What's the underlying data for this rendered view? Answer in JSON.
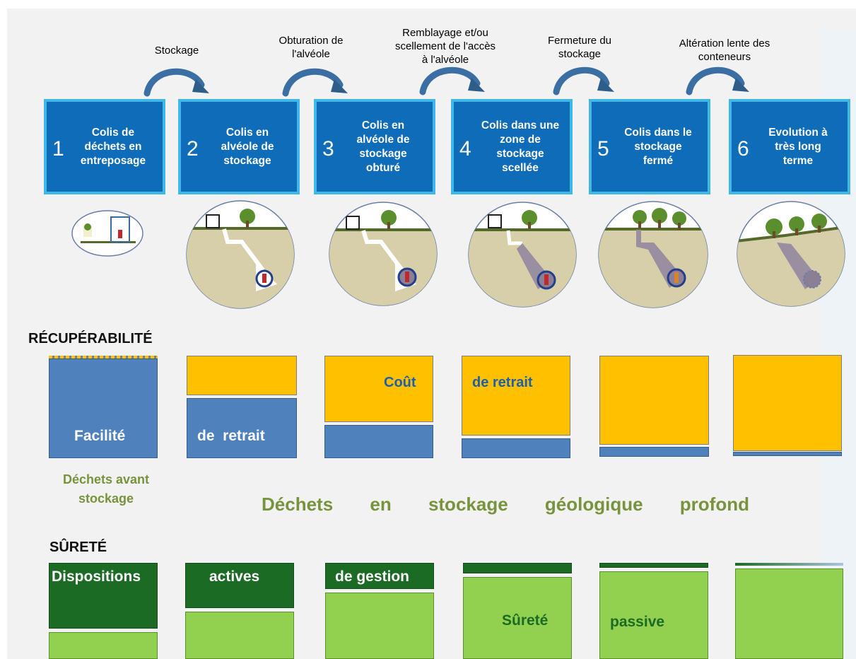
{
  "arrows": [
    {
      "label": "Stockage"
    },
    {
      "label": "Obturation de\nl'alvéole"
    },
    {
      "label": "Remblayage et/ou\nscellement de l'accès\nà l'alvéole"
    },
    {
      "label": "Fermeture du\nstockage"
    },
    {
      "label": "Altération lente des\nconteneurs"
    }
  ],
  "steps": [
    {
      "number": "1",
      "label": "Colis de\ndéchets en\nentreposage"
    },
    {
      "number": "2",
      "label": "Colis en\nalvéole de\nstockage"
    },
    {
      "number": "3",
      "label": "Colis en\nalvéole de\nstockage\nobturé"
    },
    {
      "number": "4",
      "label": "Colis  dans une\nzone de\nstockage\nscellée"
    },
    {
      "number": "5",
      "label": "Colis dans le\nstockage\nfermé"
    },
    {
      "number": "6",
      "label": "Evolution à\ntrès long\nterme"
    }
  ],
  "recuperabilite": {
    "title": "RÉCUPÉRABILITÉ",
    "texts": {
      "facilite": "Facilité",
      "de_retrait_1": "de  retrait",
      "cout": "Coût",
      "de_retrait_2": "de retrait"
    }
  },
  "labels": {
    "avant_stockage": "Déchets avant\nstockage",
    "en_stockage": [
      "Déchets",
      "en",
      "stockage",
      "géologique",
      "profond"
    ]
  },
  "surete": {
    "title": "SÛRETÉ",
    "texts": {
      "dispositions": "Dispositions",
      "actives": "actives",
      "de_gestion": "de gestion",
      "surete": "Sûreté",
      "passive": "passive"
    }
  },
  "colors": {
    "step_fill": "#0f6cb9",
    "step_border": "#41b7e6",
    "blue": "#4f81bd",
    "yellow": "#ffc000",
    "dark_green": "#1b6b24",
    "light_green": "#92d050",
    "olive_text": "#77933c"
  }
}
